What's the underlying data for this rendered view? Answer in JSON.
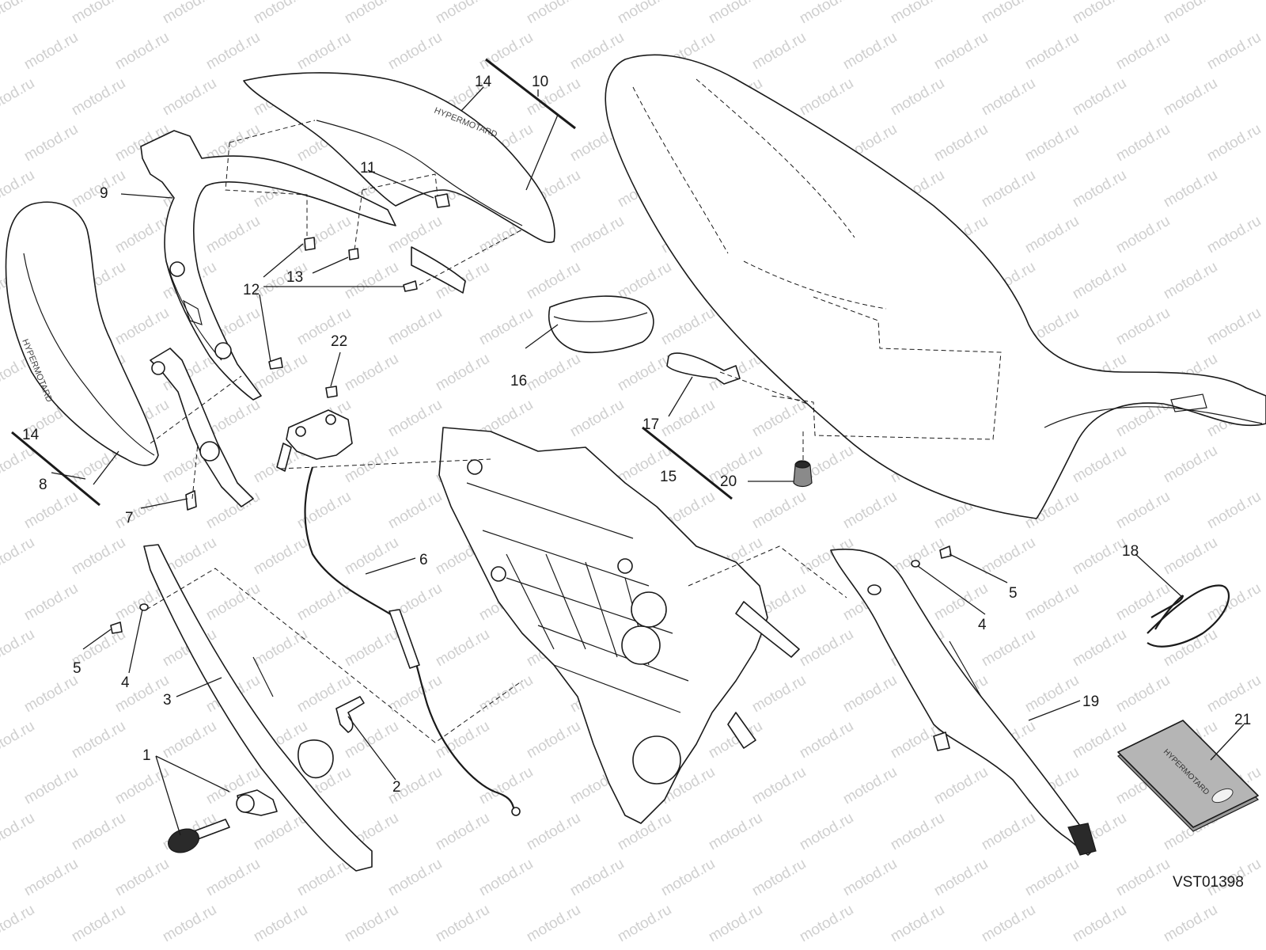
{
  "watermark": {
    "text": "motod.ru"
  },
  "drawing_code": "VST01398",
  "callouts": {
    "c1": "1",
    "c2": "2",
    "c3": "3",
    "c4a": "4",
    "c4b": "4",
    "c5a": "5",
    "c5b": "5",
    "c6": "6",
    "c7": "7",
    "c8": "8",
    "c9": "9",
    "c10": "10",
    "c11": "11",
    "c12": "12",
    "c13": "13",
    "c14a": "14",
    "c14b": "14",
    "c15": "15",
    "c16": "16",
    "c17": "17",
    "c18": "18",
    "c19": "19",
    "c20": "20",
    "c21": "21",
    "c22": "22"
  }
}
